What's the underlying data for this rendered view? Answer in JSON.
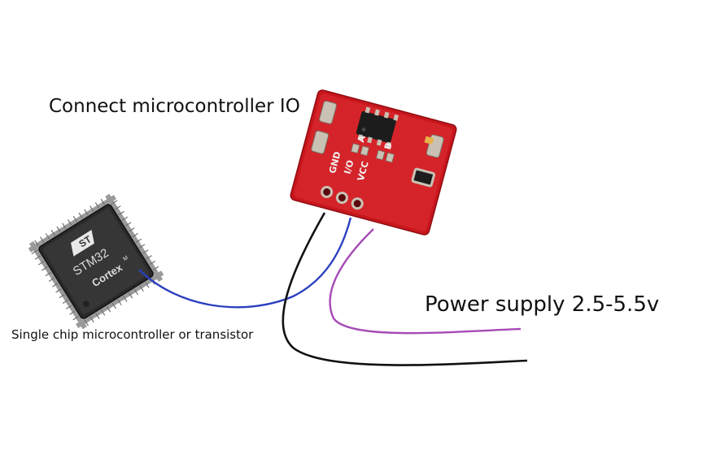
{
  "labels": {
    "connect_io": "Connect microcontroller IO",
    "power_supply": "Power supply 2.5-5.5v",
    "single_chip": "Single chip microcontroller or transistor"
  },
  "chip": {
    "brand": "ST",
    "model": "STM32",
    "core": "Cortex",
    "core_suffix": "M"
  },
  "module": {
    "pins": [
      "GND",
      "I/O",
      "VCC"
    ],
    "pads": [
      "A",
      "B"
    ]
  },
  "colors": {
    "board_red": "#c8161d",
    "wire_black": "#111111",
    "wire_blue": "#2b3fbf",
    "wire_purple": "#a64ab6",
    "chip_body": "#2a2a2a",
    "pad_gold": "#c9c2b4"
  }
}
